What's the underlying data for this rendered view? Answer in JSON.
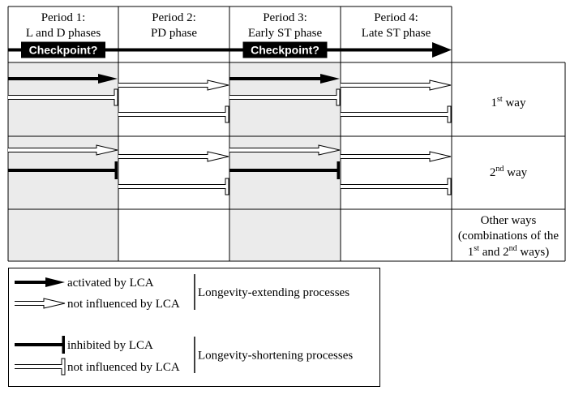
{
  "periods": [
    {
      "title": "Period 1:",
      "subtitle": "L and D phases",
      "shaded": true,
      "checkpoint": "Checkpoint?"
    },
    {
      "title": "Period 2:",
      "subtitle": "PD phase",
      "shaded": false,
      "checkpoint": ""
    },
    {
      "title": "Period 3:",
      "subtitle": "Early ST phase",
      "shaded": true,
      "checkpoint": "Checkpoint?"
    },
    {
      "title": "Period 4:",
      "subtitle": "Late ST phase",
      "shaded": false,
      "checkpoint": ""
    }
  ],
  "ways": [
    {
      "label": "1",
      "sup": "st",
      "suffix": " way",
      "rows": [
        [
          "activated",
          "not_influenced_ext",
          "activated",
          "not_influenced_ext"
        ],
        [
          "not_influenced_short",
          "not_influenced_short",
          "not_influenced_short",
          "not_influenced_short"
        ]
      ]
    },
    {
      "label": "2",
      "sup": "nd",
      "suffix": " way",
      "rows": [
        [
          "not_influenced_ext",
          "not_influenced_ext",
          "not_influenced_ext",
          "not_influenced_ext"
        ],
        [
          "inhibited",
          "not_influenced_short",
          "inhibited",
          "not_influenced_short"
        ]
      ]
    }
  ],
  "other_ways": {
    "line1": "Other ways",
    "line2": "(combinations of the",
    "line3_a": "1",
    "line3_a_sup": "st",
    "line3_b": " and 2",
    "line3_b_sup": "nd",
    "line3_c": " ways)"
  },
  "legend": {
    "groups": [
      {
        "label": "Longevity-extending processes",
        "items": [
          {
            "symbol": "activated",
            "text": "activated by LCA"
          },
          {
            "symbol": "not_influenced_ext",
            "text": "not influenced by LCA"
          }
        ]
      },
      {
        "label": "Longevity-shortening processes",
        "items": [
          {
            "symbol": "inhibited",
            "text": "inhibited by LCA"
          },
          {
            "symbol": "not_influenced_short",
            "text": "not influenced by LCA"
          }
        ]
      }
    ]
  },
  "colors": {
    "shade": "#ebebeb",
    "line": "#000000",
    "background": "#ffffff"
  }
}
